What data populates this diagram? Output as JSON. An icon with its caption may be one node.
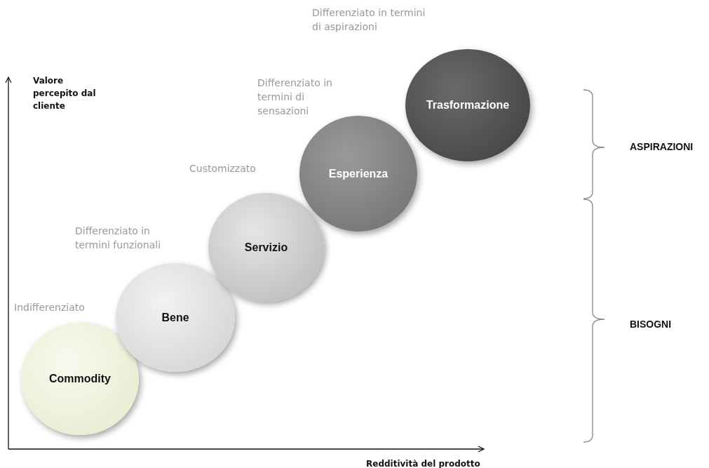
{
  "diagram": {
    "nodes": [
      {
        "text": [
          "Commodity"
        ],
        "beside": [
          "Indifferenziato"
        ]
      },
      {
        "text": [
          "Bene"
        ],
        "beside": [
          "Differenziato in termini funzionali"
        ]
      },
      {
        "text": [
          "Servizio"
        ],
        "beside": [
          "Customizzato"
        ]
      },
      {
        "text": [
          "Esperienza"
        ],
        "beside": [
          "Differenziato in termini di sensazioni"
        ]
      },
      {
        "text": [
          "Trasformazione"
        ],
        "beside": [
          "Differenziato in termini di aspirazioni"
        ]
      }
    ],
    "labels": [
      "Valore percepito dal cliente",
      "ASPIRAZIONI",
      "BISOGNI",
      "Redditività del prodotto"
    ]
  }
}
